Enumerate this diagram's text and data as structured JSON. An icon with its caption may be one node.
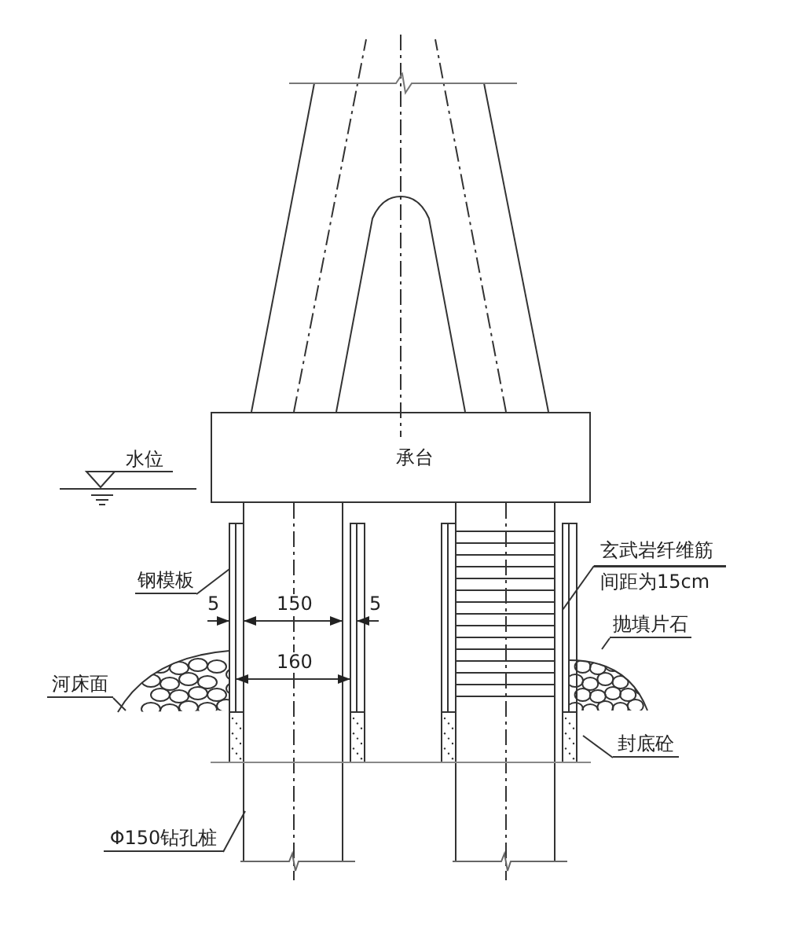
{
  "diagram": {
    "nodes": [
      {
        "text": [
          "承台"
        ]
      },
      {
        "text": [
          "钢模板"
        ]
      },
      {
        "text": [
          "玄武岩纤维筋间距为15cm"
        ]
      },
      {
        "text": [
          "抛填片石"
        ]
      },
      {
        "text": [
          "河床面"
        ]
      },
      {
        "text": [
          "封底砼"
        ]
      },
      {
        "text": [
          "Φ150钻孔桩"
        ]
      }
    ],
    "edges": [
      {
        "from": 1,
        "to": null,
        "arrow": "none"
      },
      {
        "from": 2,
        "to": null,
        "arrow": "none"
      },
      {
        "from": 3,
        "to": null,
        "arrow": "none"
      },
      {
        "from": 4,
        "to": null,
        "arrow": "none"
      },
      {
        "from": 5,
        "to": null,
        "arrow": "none"
      },
      {
        "from": 6,
        "to": null,
        "arrow": "none"
      }
    ],
    "labels": [
      "水位",
      "5",
      "150",
      "5",
      "160"
    ]
  }
}
